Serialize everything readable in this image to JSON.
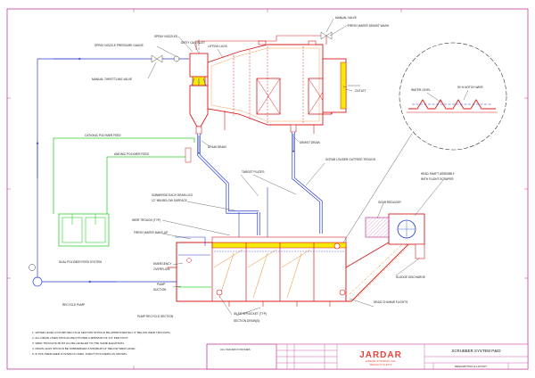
{
  "labels": {
    "spray_nozzles": "SPRAY NOZZLES",
    "dirty_gas_inlet": "DIRTY GAS INLET",
    "spray_nozzle_pressure_gauge": "SPRAY NOZZLE PRESSURE GAUGE",
    "lifting_lugs": "LIFTING LUGS",
    "manual_valve": "MANUAL VALVE",
    "fresh_water_demist_wash": "FRESH WATER DEMIST WASH",
    "manual_throttling_valve": "MANUAL THROTTLING VALVE",
    "outlet": "OUTLET",
    "water_level": "WATER LEVEL",
    "notch_weir": "90 % NOTCH WEIR",
    "cationic_polymer_feed": "CATIONIC POLYMER FEED",
    "anionic_polymer_feed": "ANIONIC POLYMER FEED",
    "drain_drain": "DRAIN DRAIN",
    "demist_drain": "DEMIST DRAIN",
    "scrub_louder_outfeed_trough": "SCRUB LOUDER OUTFEED TROUGH",
    "target_plates": "TARGET PLATES",
    "submerge_each_drain_leg": "SUBMERGE EACH DRAIN LEG",
    "below_surface": "12\" MIN BELOW SURFACE",
    "head_shaft_assembly": "HEAD SHAFT ASSEMBLY",
    "with_flight_scraper": "WITH FLIGHT SCRAPER",
    "gear_reducer": "GEAR REDUCER",
    "weir_trough": "WEIR TROUGH (TYP)",
    "fresh_water_make_up": "FRESH WATER MAKE-UP",
    "dual_polymer_feed_system": "DUAL POLYMER FEED SYSTEM",
    "emergency_overflow_1": "EMERGENCY",
    "emergency_overflow_2": "OVERFLOW",
    "pump_suction_1": "PUMP",
    "pump_suction_2": "SUCTION",
    "recycle_pump": "RECYCLE PUMP",
    "pump_recycle_section": "PUMP RECYCLE SECTION",
    "idler_sprocket": "IDLER SPROCKET (TYP)",
    "section_drains": "SECTION DRAIN(S)",
    "sludge_discharge": "SLUDGE DISCHARGE",
    "drag_chain_flights": "DRAG CHAIN/W FLIGHTS",
    "flow_arrow": "←"
  },
  "notes": [
    "1. WATER LEVEL IN PUMP RECYCLE SECTION SHOULD BE APPROXIMATELY 6\" BELOW WEIR TROUGHS.",
    "2. ALL DRAIN LINES SHOULD BE PITCHED A MINIMUM OF 1/4\" PER FOOT.",
    "3. WEIR TROUGHS MUST ALL BE LEVELED TO THE SAME ELEVATION.",
    "4. DRAIN LEGS SHOULD BE SUBMERGED A MINIMUM 12\" BELOW WEIR LEVEL.",
    "5. IF POLYMER FEED SYSTEM IS USED, INJECT POLYMERS AS SHOWN."
  ],
  "title_block": {
    "company": "JARDAR",
    "company_sub": "JARDAR SYSTEMS, INC.",
    "company_line3": "SPECIALTY PLANTS",
    "drawing_title": "SCRUBBER SYSTEM P&ID",
    "drawing_sub": "DESCRIPTION & LAYOUT",
    "notes_box_title": "ALL VALUES IN INCHES"
  },
  "colors": {
    "structure_red": "#d81e1e",
    "dimension_orange": "#f08a2a",
    "piping_blue": "#2a3fc8",
    "polymer_green": "#2fd02f",
    "fill_yellow": "#f4e90b",
    "brand_red": "#e8443a",
    "frame_magenta": "#c43a9c"
  }
}
